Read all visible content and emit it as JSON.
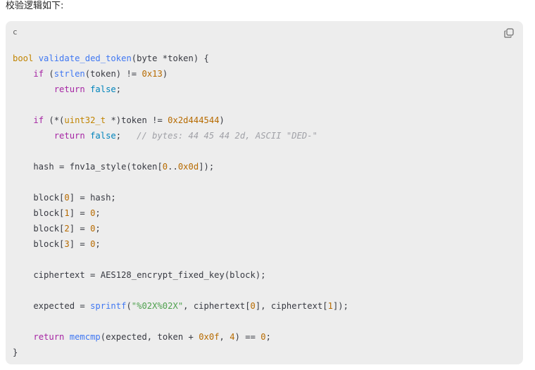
{
  "intro_text": "校验逻辑如下:",
  "code_block": {
    "language": "c",
    "copy_icon": "copy-icon",
    "lines": [
      {
        "text": "bool validate_ded_token(byte *token) {"
      },
      {
        "text": "    if (strlen(token) != 0x13)"
      },
      {
        "text": "        return false;"
      },
      {
        "text": ""
      },
      {
        "text": "    if (*(uint32_t *)token != 0x2d444544)"
      },
      {
        "text": "        return false;   // bytes: 44 45 44 2d, ASCII \"DED-\""
      },
      {
        "text": ""
      },
      {
        "text": "    hash = fnv1a_style(token[0..0x0d]);"
      },
      {
        "text": ""
      },
      {
        "text": "    block[0] = hash;"
      },
      {
        "text": "    block[1] = 0;"
      },
      {
        "text": "    block[2] = 0;"
      },
      {
        "text": "    block[3] = 0;"
      },
      {
        "text": ""
      },
      {
        "text": "    ciphertext = AES128_encrypt_fixed_key(block);"
      },
      {
        "text": ""
      },
      {
        "text": "    expected = sprintf(\"%02X%02X\", ciphertext[0], ciphertext[1]);"
      },
      {
        "text": ""
      },
      {
        "text": "    return memcmp(expected, token + 0x0f, 4) == 0;"
      },
      {
        "text": "}"
      }
    ]
  },
  "colors": {
    "code_background": "#ededed",
    "keyword": "#a626a4",
    "function": "#4078f2",
    "number": "#b76b01",
    "string": "#50a14f",
    "comment": "#a0a1a7"
  }
}
